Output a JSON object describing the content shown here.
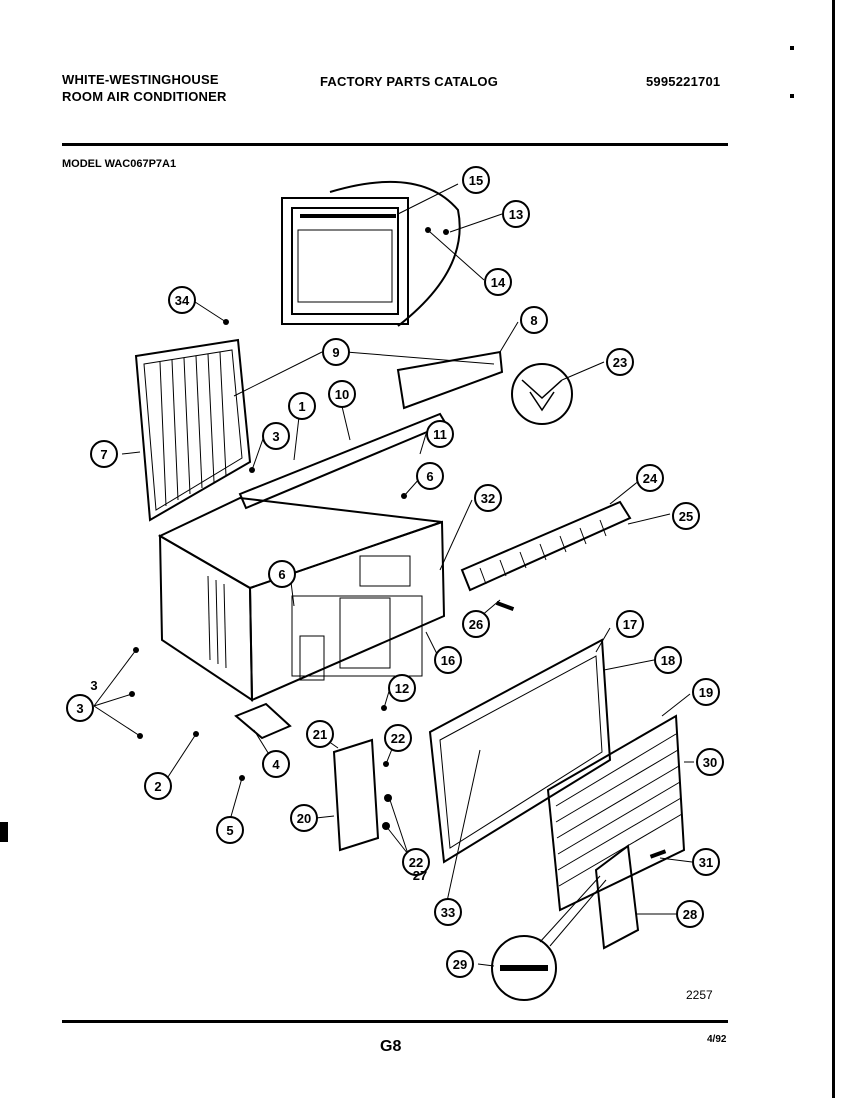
{
  "header": {
    "brand_line1": "WHITE-WESTINGHOUSE",
    "brand_line2": "ROOM AIR CONDITIONER",
    "catalog_title": "FACTORY PARTS CATALOG",
    "catalog_number": "5995221701"
  },
  "model": "MODEL WAC067P7A1",
  "diagram": {
    "number": "2257",
    "callouts": [
      "1",
      "2",
      "3",
      "3",
      "3",
      "4",
      "5",
      "6",
      "6",
      "7",
      "8",
      "9",
      "10",
      "11",
      "12",
      "13",
      "14",
      "15",
      "16",
      "17",
      "18",
      "19",
      "20",
      "21",
      "22",
      "22",
      "23",
      "24",
      "25",
      "26",
      "27",
      "28",
      "29",
      "30",
      "31",
      "32",
      "33",
      "34"
    ]
  },
  "footer": {
    "page": "G8",
    "date": "4/92"
  }
}
